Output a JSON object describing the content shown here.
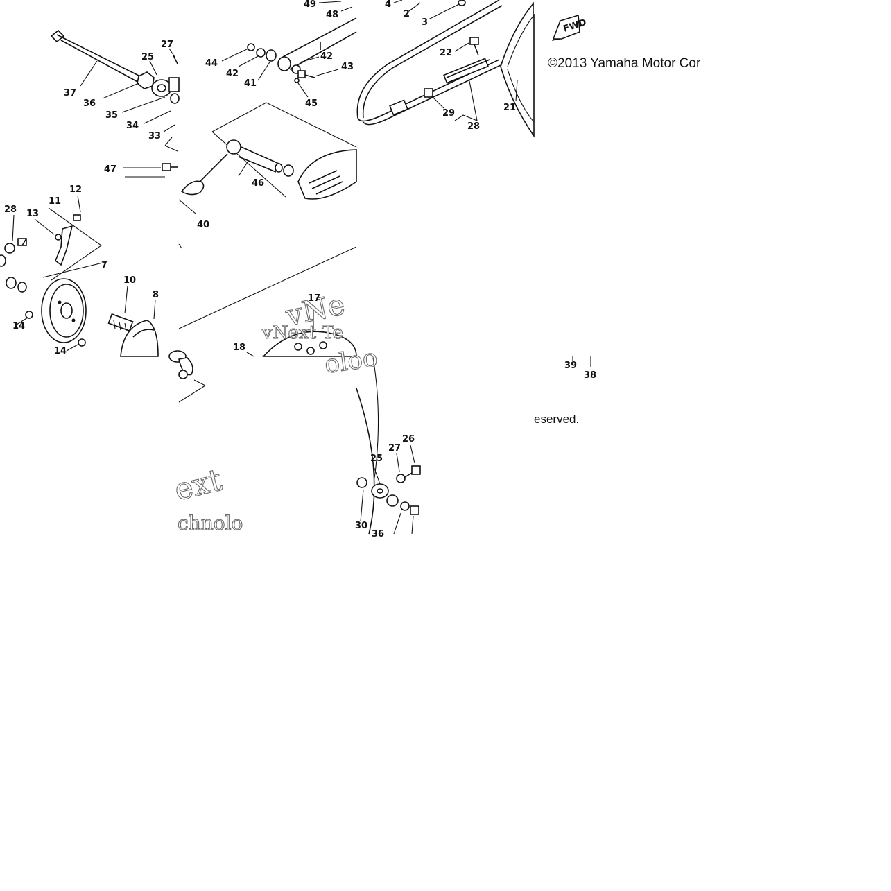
{
  "copyright": "©2013 Yamaha Motor Cor",
  "rights_fragment": "eserved.",
  "fwd_badge": "FWD",
  "watermark_fragments": [
    "vNe",
    "vNext Te",
    "oloo",
    "ext",
    "chnolo"
  ],
  "part_labels": [
    {
      "id": "49",
      "text": "49"
    },
    {
      "id": "48",
      "text": "48"
    },
    {
      "id": "4",
      "text": "4"
    },
    {
      "id": "2",
      "text": "2"
    },
    {
      "id": "3",
      "text": "3"
    },
    {
      "id": "27a",
      "text": "27"
    },
    {
      "id": "25a",
      "text": "25"
    },
    {
      "id": "37",
      "text": "37"
    },
    {
      "id": "36a",
      "text": "36"
    },
    {
      "id": "35",
      "text": "35"
    },
    {
      "id": "34",
      "text": "34"
    },
    {
      "id": "33",
      "text": "33"
    },
    {
      "id": "44",
      "text": "44"
    },
    {
      "id": "42a",
      "text": "42"
    },
    {
      "id": "41",
      "text": "41"
    },
    {
      "id": "42b",
      "text": "42"
    },
    {
      "id": "43",
      "text": "43"
    },
    {
      "id": "45",
      "text": "45"
    },
    {
      "id": "22",
      "text": "22"
    },
    {
      "id": "29",
      "text": "29"
    },
    {
      "id": "28b",
      "text": "28"
    },
    {
      "id": "21",
      "text": "21"
    },
    {
      "id": "47",
      "text": "47"
    },
    {
      "id": "46",
      "text": "46"
    },
    {
      "id": "40",
      "text": "40"
    },
    {
      "id": "12",
      "text": "12"
    },
    {
      "id": "11",
      "text": "11"
    },
    {
      "id": "28a",
      "text": "28"
    },
    {
      "id": "13",
      "text": "13"
    },
    {
      "id": "7",
      "text": "7"
    },
    {
      "id": "10",
      "text": "10"
    },
    {
      "id": "8",
      "text": "8"
    },
    {
      "id": "14a",
      "text": "14"
    },
    {
      "id": "14b",
      "text": "14"
    },
    {
      "id": "17",
      "text": "17"
    },
    {
      "id": "18",
      "text": "18"
    },
    {
      "id": "39",
      "text": "39"
    },
    {
      "id": "38",
      "text": "38"
    },
    {
      "id": "26",
      "text": "26"
    },
    {
      "id": "27b",
      "text": "27"
    },
    {
      "id": "25b",
      "text": "25"
    },
    {
      "id": "30",
      "text": "30"
    },
    {
      "id": "36b",
      "text": "36"
    }
  ]
}
